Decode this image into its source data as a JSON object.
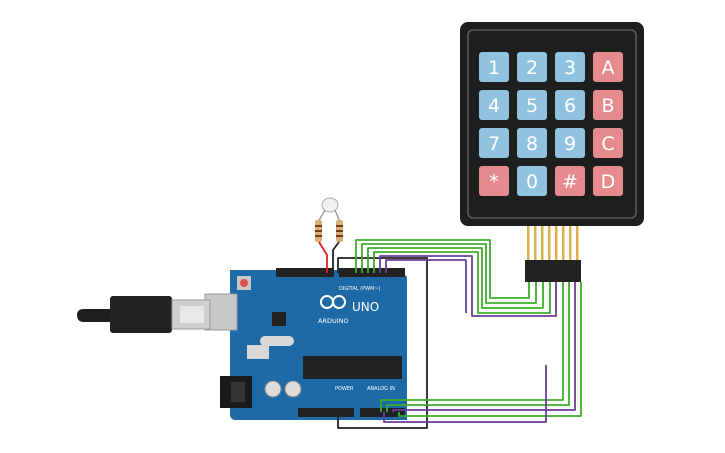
{
  "keypad": {
    "keys": [
      {
        "label": "1",
        "kind": "num"
      },
      {
        "label": "2",
        "kind": "num"
      },
      {
        "label": "3",
        "kind": "num"
      },
      {
        "label": "A",
        "kind": "letter"
      },
      {
        "label": "4",
        "kind": "num"
      },
      {
        "label": "5",
        "kind": "num"
      },
      {
        "label": "6",
        "kind": "num"
      },
      {
        "label": "B",
        "kind": "letter"
      },
      {
        "label": "7",
        "kind": "num"
      },
      {
        "label": "8",
        "kind": "num"
      },
      {
        "label": "9",
        "kind": "num"
      },
      {
        "label": "C",
        "kind": "letter"
      },
      {
        "label": "*",
        "kind": "letter"
      },
      {
        "label": "0",
        "kind": "num"
      },
      {
        "label": "#",
        "kind": "letter"
      },
      {
        "label": "D",
        "kind": "letter"
      }
    ]
  },
  "board": {
    "model": "UNO",
    "brand": "ARDUINO",
    "digital_label": "DIGITAL (PWM~)",
    "power_label": "POWER",
    "analog_label": "ANALOG IN"
  },
  "colors": {
    "keypad_body": "#1e1e1e",
    "key_blue": "#8fc3e0",
    "key_red": "#e58a8f",
    "board": "#1d6aa6",
    "wire_green": "#3dae2b",
    "wire_purple": "#6a3d96",
    "wire_black": "#222222",
    "wire_red": "#e02020"
  }
}
